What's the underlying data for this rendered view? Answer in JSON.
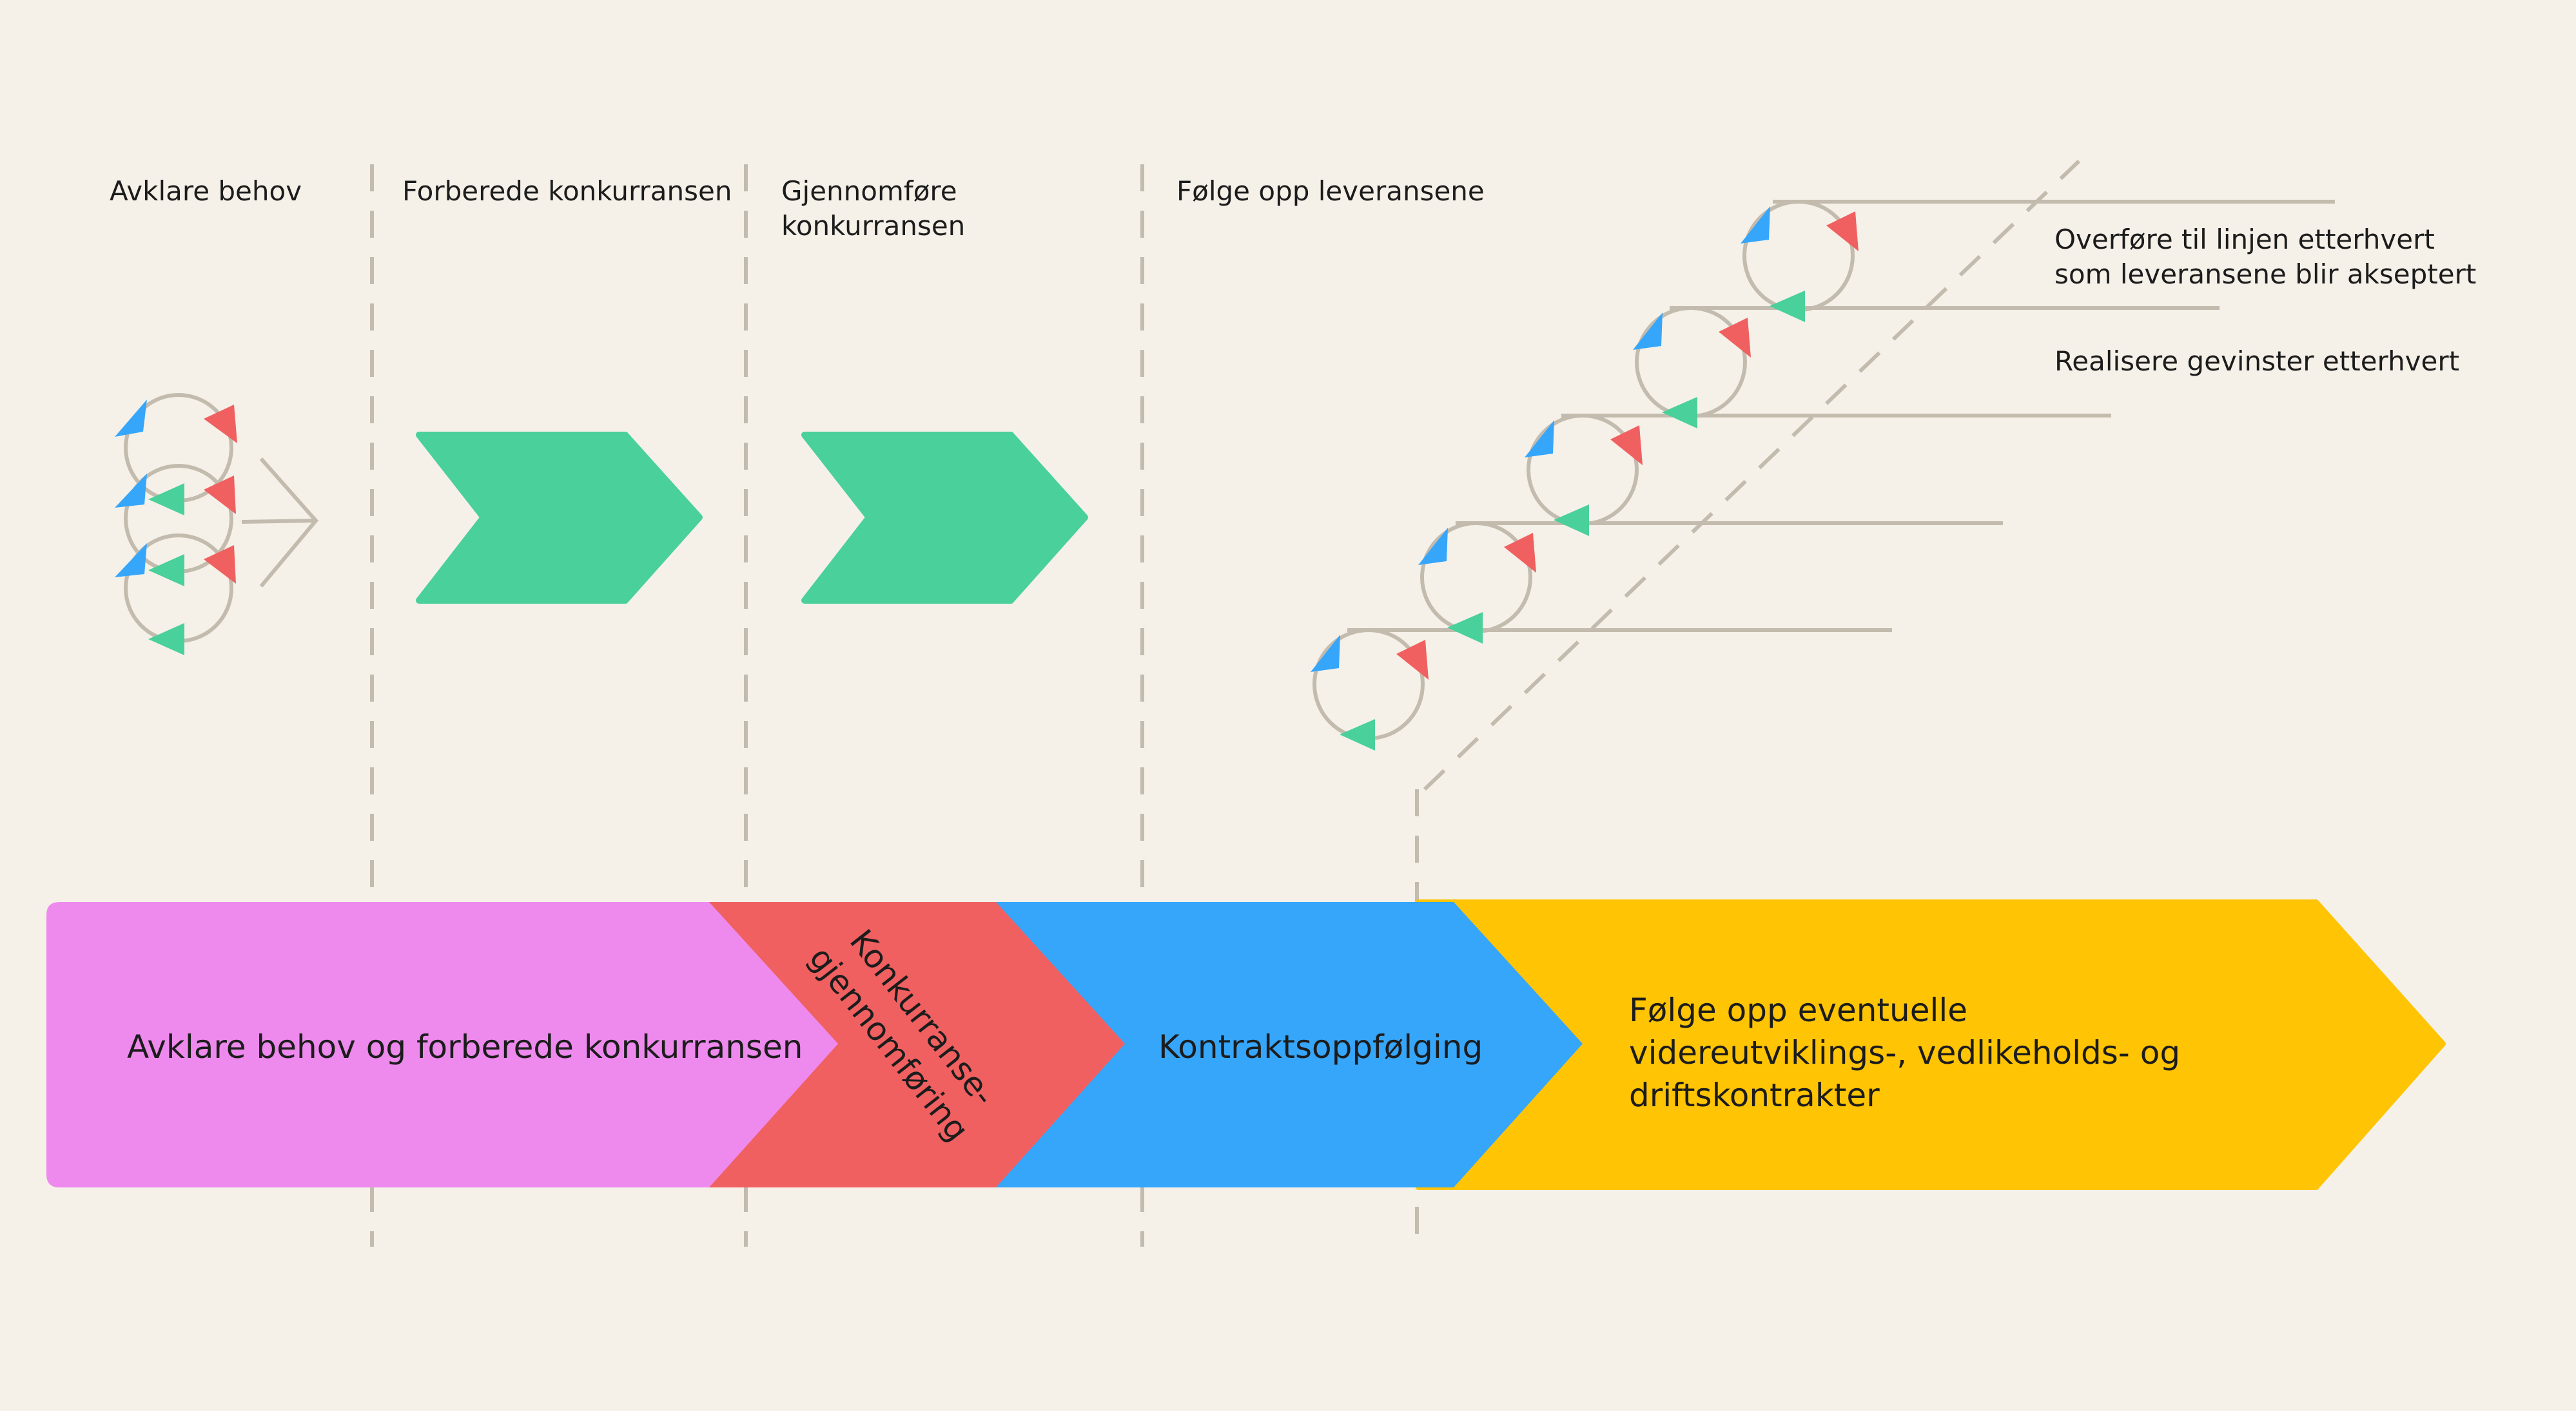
{
  "phases": {
    "avklare": "Avklare behov",
    "forberede": "Forberede konkurransen",
    "gjennomfore_l1": "Gjennomføre",
    "gjennomfore_l2": "konkurransen",
    "folge": "Følge opp leveransene"
  },
  "notes": {
    "overfore_l1": "Overføre til linjen etterhvert",
    "overfore_l2": "som leveransene blir akseptert",
    "realisere": "Realisere gevinster etterhvert"
  },
  "bar": {
    "seg1": "Avklare behov og forberede konkurransen",
    "seg2_l1": "Konkurranse-",
    "seg2_l2": "gjennomføring",
    "seg3": "Kontraktsoppfølging",
    "seg4_l1": "Følge opp eventuelle",
    "seg4_l2": "videreutviklings-, vedlikeholds- og",
    "seg4_l3": "driftskontrakter"
  },
  "colors": {
    "background": "#f5f1e9",
    "pink": "#ee8aee",
    "red": "#f06060",
    "blue": "#36a6fb",
    "yellow": "#ffc404",
    "green": "#4ad09a",
    "line": "#c3bcae"
  }
}
